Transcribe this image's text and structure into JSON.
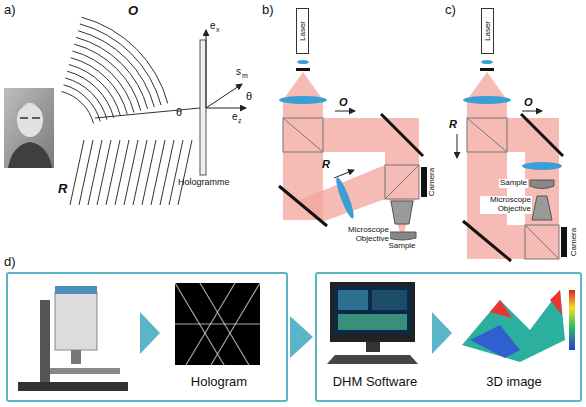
{
  "diagram": {
    "nodes": [
      {
        "text": [
          "Laser"
        ]
      },
      {
        "text": [
          "Laser"
        ]
      },
      {
        "text": [
          "Hologram"
        ]
      },
      {
        "text": [
          "DHM Software",
          "3D image"
        ]
      }
    ],
    "edges": [
      {
        "from": 2,
        "to": 3,
        "arrow": "to"
      }
    ],
    "labels": [
      "a)",
      "O",
      "R",
      "θ",
      "θ",
      "Hologramme",
      "e",
      "x",
      "s",
      "m",
      "e",
      "z",
      "b)",
      "O",
      "R",
      "Camera",
      "Microscope Objective",
      "Sample",
      "c)",
      "O",
      "R",
      "Sample",
      "Microscope Objective",
      "Camera",
      "d)"
    ]
  }
}
